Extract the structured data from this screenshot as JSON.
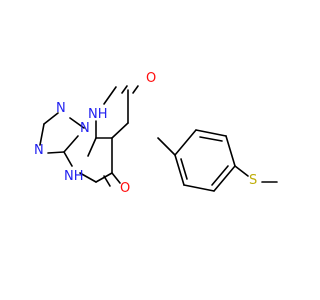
{
  "labels": {
    "o_top": "O",
    "nh_ring": "NH",
    "n_tr_top": "N",
    "n_tr_left": "N",
    "n_tr_bottom": "N",
    "nh_bottom": "NH",
    "o_bottom": "O",
    "s": "S"
  },
  "colors": {
    "nitrogen": "#2121f0",
    "oxygen": "#ff0d0d",
    "sulfur": "#bfae0a",
    "bond": "#000000",
    "background": "#ffffff"
  }
}
